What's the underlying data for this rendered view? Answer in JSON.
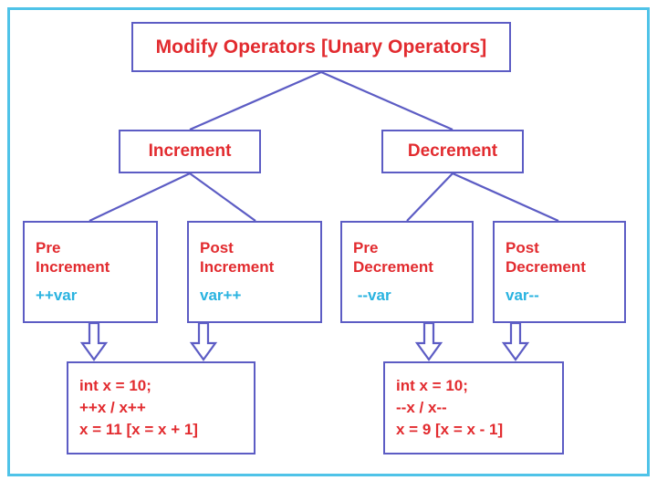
{
  "frame": {
    "border_color": "#4fc3e8",
    "background": "#ffffff"
  },
  "palette": {
    "box_border": "#5c5cc4",
    "connector": "#5c5cc4",
    "label_red": "#e22b2f",
    "code_cyan": "#29b3e0",
    "frame_cyan": "#4fc3e8"
  },
  "diagram": {
    "type": "hierarchy-tree",
    "root": {
      "id": "root",
      "label": "Modify Operators [Unary Operators]"
    },
    "level2": [
      {
        "id": "increment",
        "label": "Increment"
      },
      {
        "id": "decrement",
        "label": "Decrement"
      }
    ],
    "leaves": [
      {
        "id": "pre-increment",
        "label": "Pre\nIncrement",
        "code": "++var",
        "parent": "increment",
        "result": "result-increment"
      },
      {
        "id": "post-increment",
        "label": "Post\nIncrement",
        "code": "var++",
        "parent": "increment",
        "result": "result-increment"
      },
      {
        "id": "pre-decrement",
        "label": "Pre\nDecrement",
        "code": " --var",
        "parent": "decrement",
        "result": "result-decrement"
      },
      {
        "id": "post-decrement",
        "label": "Post\nDecrement",
        "code": "var--",
        "parent": "decrement",
        "result": "result-decrement"
      }
    ],
    "results": [
      {
        "id": "result-increment",
        "lines": [
          "int x = 10;",
          "++x / x++",
          "x = 11 [x = x + 1]"
        ]
      },
      {
        "id": "result-decrement",
        "lines": [
          "int x = 10;",
          "--x / x--",
          "x = 9 [x = x - 1]"
        ]
      }
    ]
  }
}
